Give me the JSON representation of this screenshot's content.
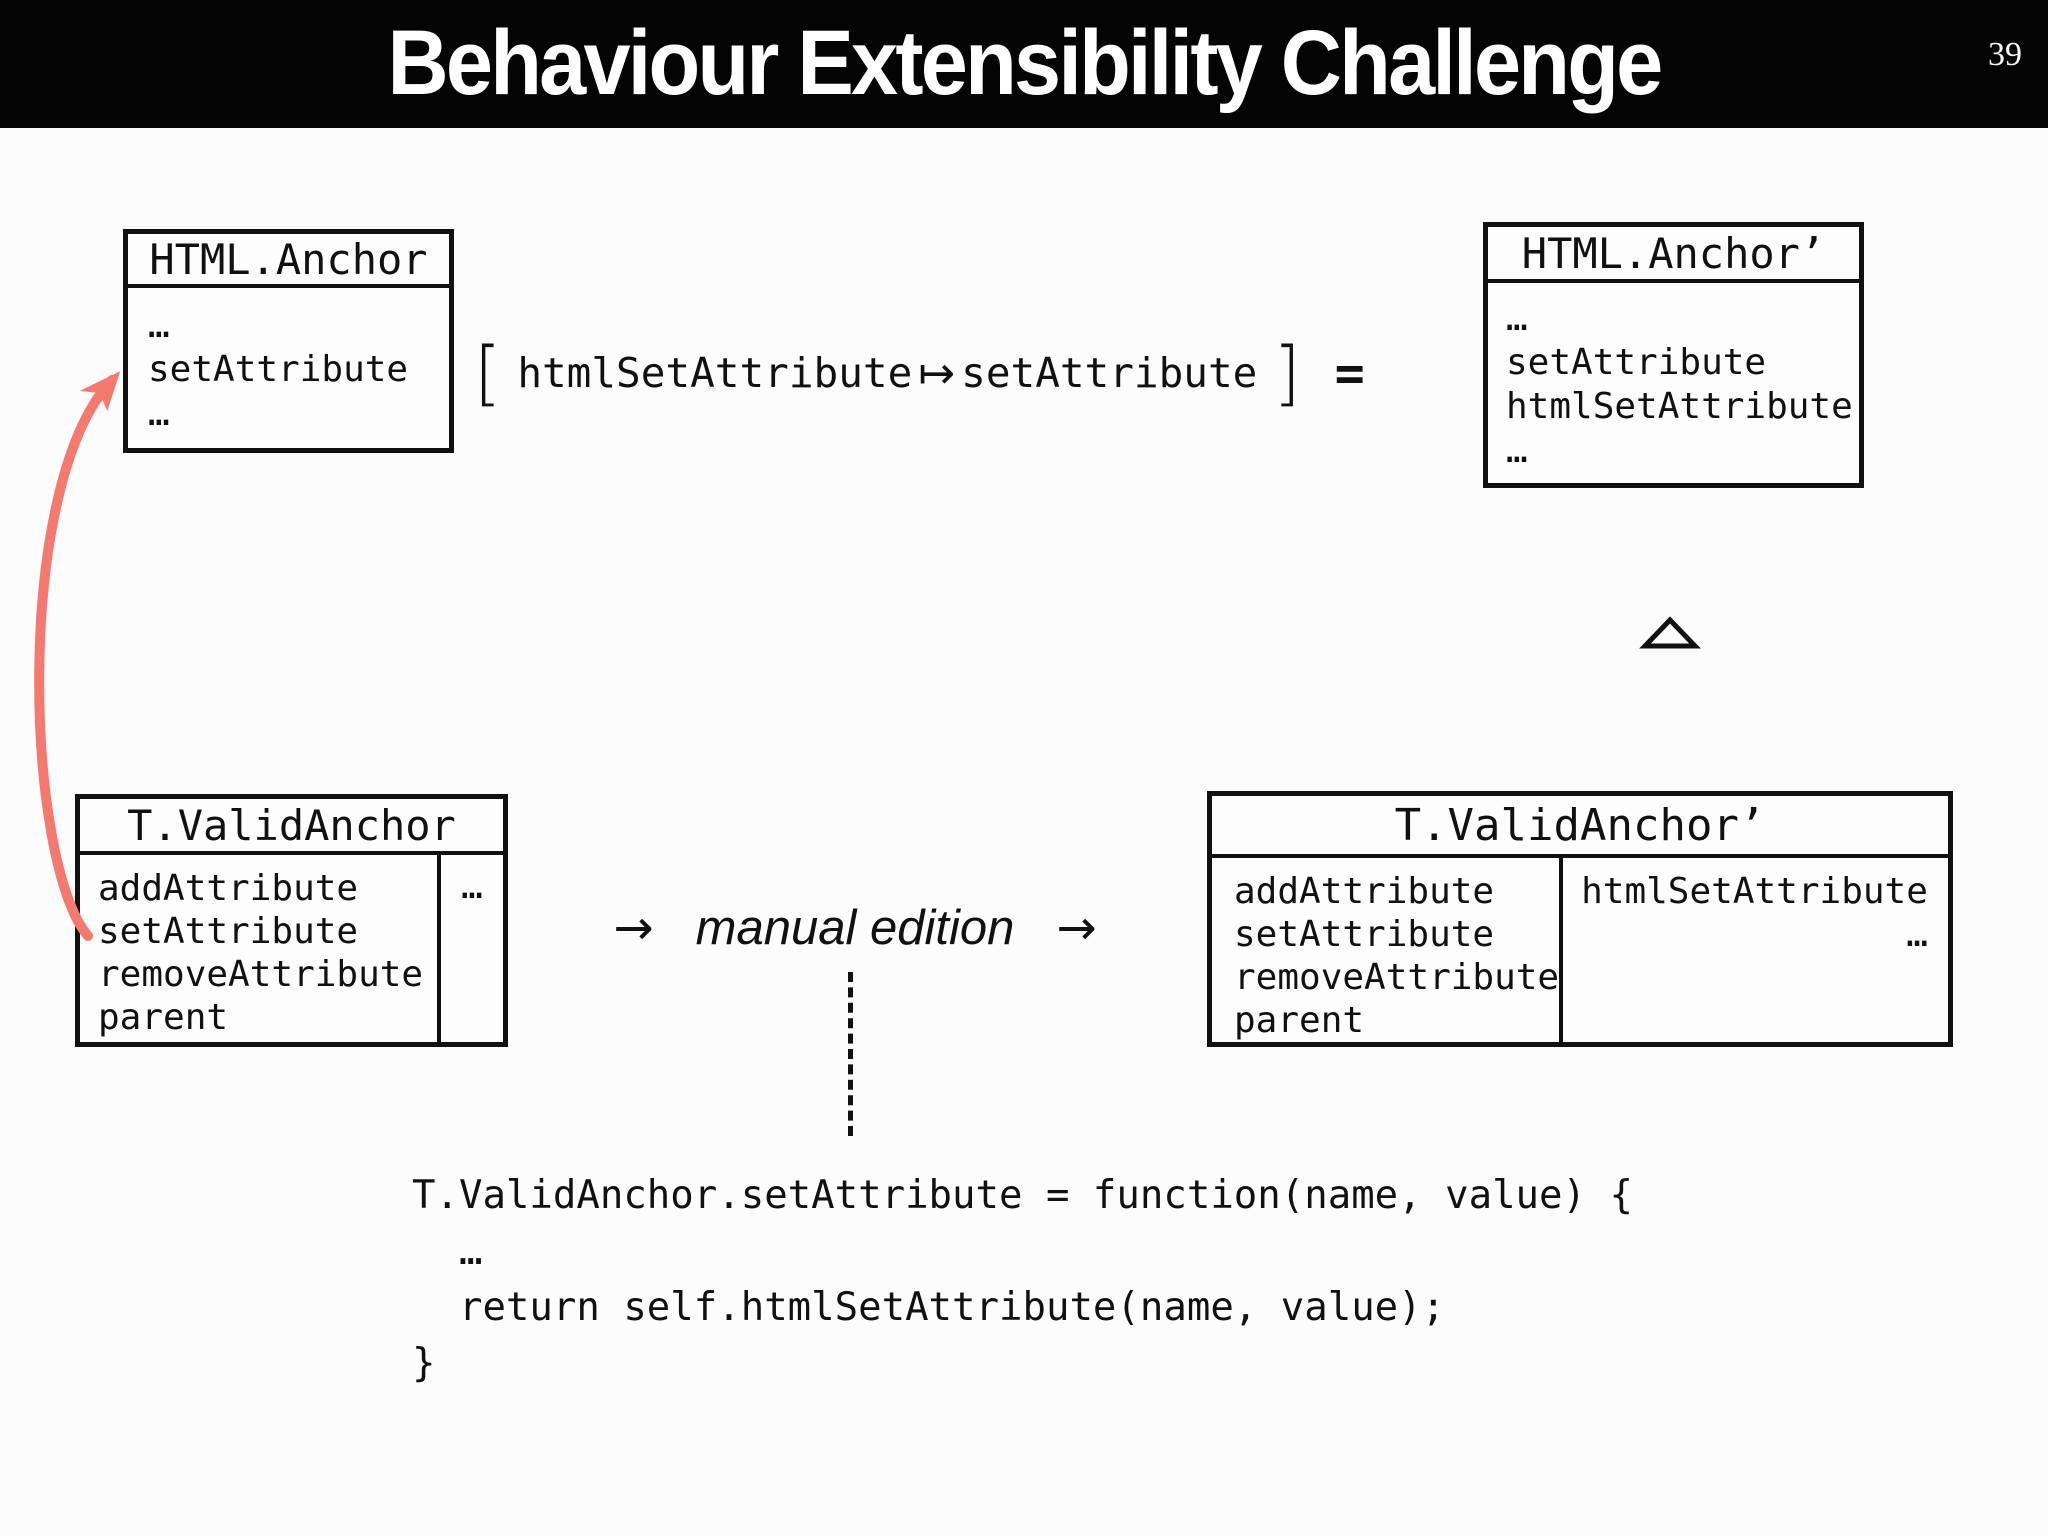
{
  "header": {
    "title": "Behaviour Extensibility Challenge",
    "slide_number": "39"
  },
  "boxes": {
    "html_anchor": {
      "title": "HTML.Anchor",
      "members": [
        "…",
        "setAttribute",
        "…"
      ]
    },
    "html_anchor_prime": {
      "title": "HTML.Anchor’",
      "members": [
        "…",
        "setAttribute",
        "htmlSetAttribute",
        "…"
      ]
    },
    "t_valid_anchor": {
      "title": "T.ValidAnchor",
      "left_members": [
        "addAttribute",
        "setAttribute",
        "removeAttribute",
        "parent"
      ],
      "right_members": [
        "…"
      ]
    },
    "t_valid_anchor_prime": {
      "title": "T.ValidAnchor’",
      "left_members": [
        "addAttribute",
        "setAttribute",
        "removeAttribute",
        "parent"
      ],
      "right_member_top": "htmlSetAttribute",
      "right_member_more": "…"
    }
  },
  "expression": {
    "open_bracket": "[",
    "from": "htmlSetAttribute",
    "maps_to": "↦",
    "to": "setAttribute",
    "close_bracket": "]",
    "equals": "="
  },
  "manual_edition": {
    "arrow_left": "→",
    "label": "manual edition",
    "arrow_right": "→"
  },
  "code": {
    "line1": "T.ValidAnchor.setAttribute = function(name, value) {",
    "line2": "  …",
    "line3": "  return self.htmlSetAttribute(name, value);",
    "line4": "}"
  },
  "colors": {
    "highlight_arrow": "#f4796f",
    "header_bg": "#040404",
    "header_fg": "#ffffff",
    "line_color": "#111111"
  }
}
